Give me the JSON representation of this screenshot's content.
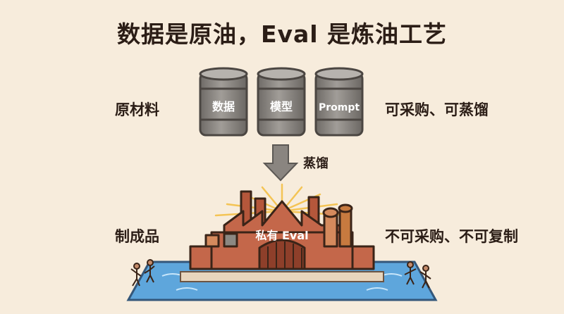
{
  "title": "数据是原油，Eval 是炼油工艺",
  "rows": {
    "raw": {
      "label": "原材料",
      "note": "可采购、可蒸馏"
    },
    "product": {
      "label": "制成品",
      "note": "不可采购、不可复制"
    }
  },
  "barrels": [
    {
      "label": "数据"
    },
    {
      "label": "模型"
    },
    {
      "label": "Prompt"
    }
  ],
  "process": {
    "label": "蒸馏"
  },
  "factory": {
    "label": "私有 Eval"
  },
  "colors": {
    "background": "#f7ecdc",
    "barrel": "#8f8b86",
    "arrow": "#8a8580",
    "factory": "#c4674a",
    "water": "#5ea6dc",
    "rays": "#f4c455"
  }
}
